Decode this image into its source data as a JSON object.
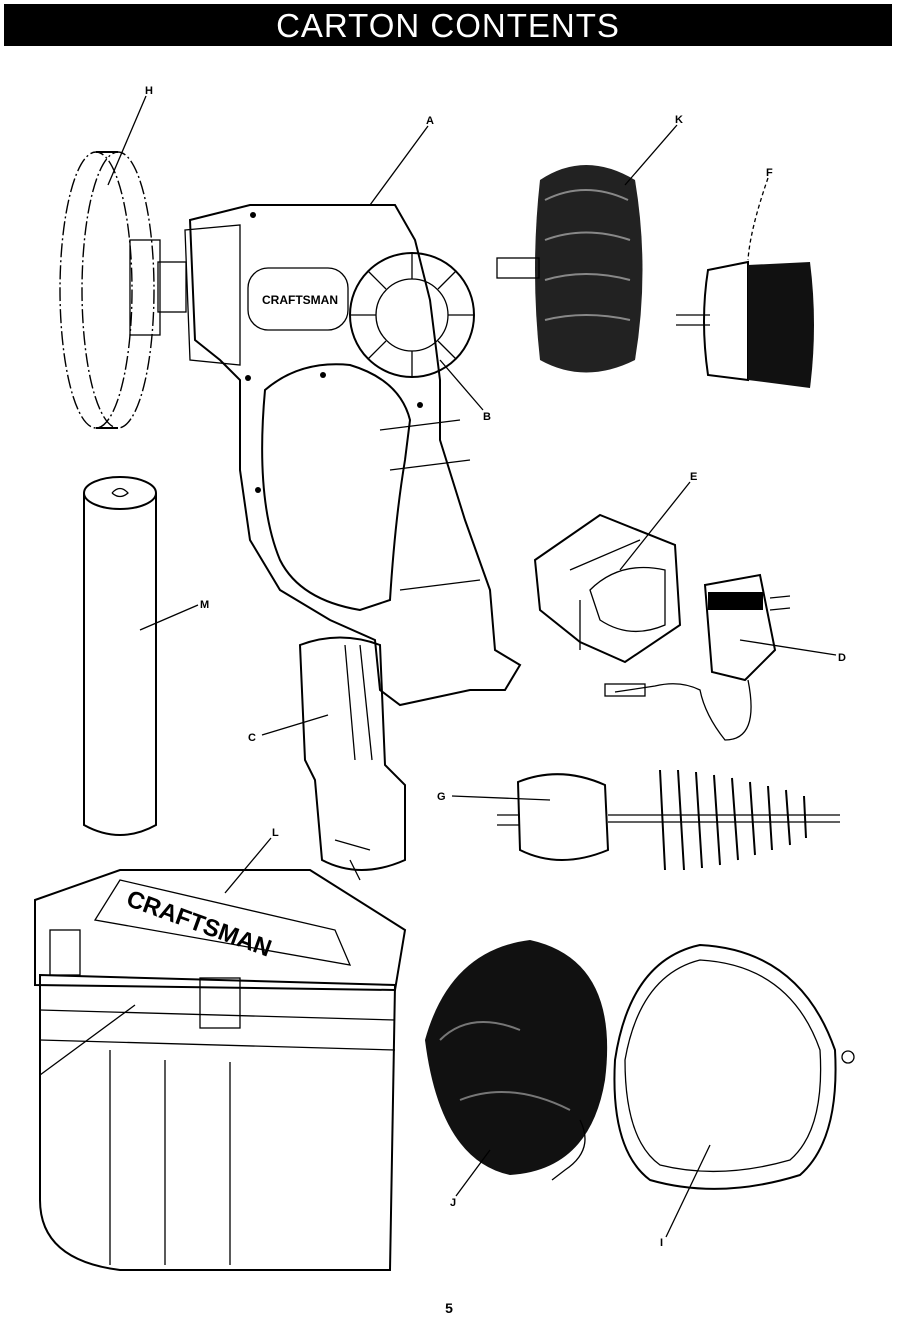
{
  "title": "CARTON CONTENTS",
  "page_number": "5",
  "labels": {
    "A": "A",
    "B": "B",
    "C": "C",
    "D": "D",
    "E": "E",
    "F": "F",
    "G": "G",
    "H": "H",
    "I": "I",
    "J": "J",
    "K": "K",
    "L": "L",
    "M": "M"
  },
  "logos": {
    "tool": "CRAFTSMAN",
    "case": "CRAFTSMAN"
  },
  "colors": {
    "title_bar": "#000000",
    "title_text": "#ffffff"
  }
}
